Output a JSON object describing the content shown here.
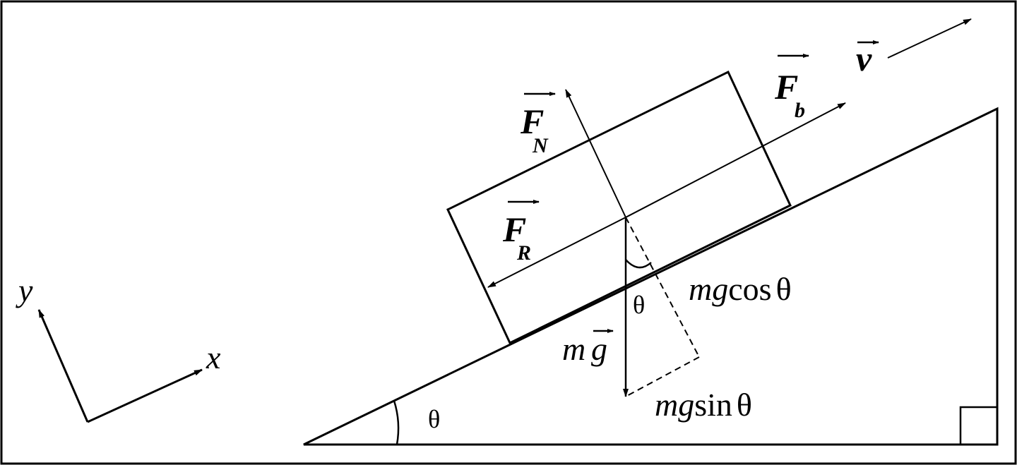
{
  "diagram": {
    "labels": {
      "force_normal": {
        "symbol": "F",
        "subscript": "N"
      },
      "force_driving": {
        "symbol": "F",
        "subscript": "b"
      },
      "force_resistance": {
        "symbol": "F",
        "subscript": "R"
      },
      "velocity": {
        "symbol": "v"
      },
      "weight": {
        "prefix": "m",
        "symbol": "g"
      },
      "weight_cos": {
        "prefix": "mg",
        "func": "cos",
        "angle": "θ"
      },
      "weight_sin": {
        "prefix": "mg",
        "func": "sin",
        "angle": "θ"
      },
      "angle_at_block": "θ",
      "angle_at_base": "θ",
      "axis_x": "x",
      "axis_y": "y"
    }
  }
}
